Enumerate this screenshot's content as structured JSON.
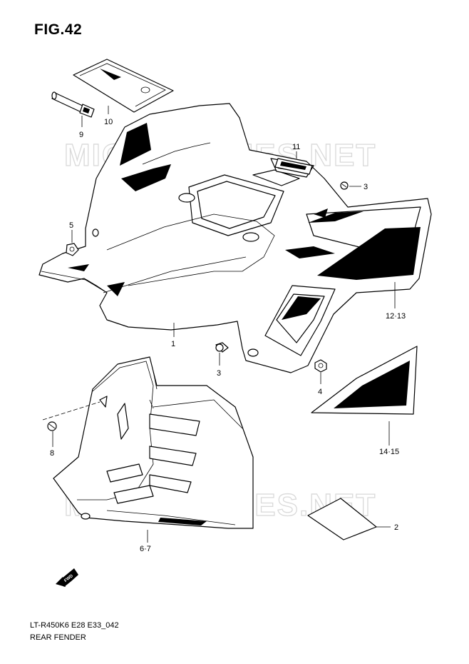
{
  "figure_title": "FIG.42",
  "watermarks": [
    "MICROFICHES.NET",
    "MICROFICHES.NET"
  ],
  "part_labels": {
    "p1": "1",
    "p2": "2",
    "p3a": "3",
    "p3b": "3",
    "p4": "4",
    "p5": "5",
    "p6_7": "6·7",
    "p8": "8",
    "p9": "9",
    "p10": "10",
    "p11": "11",
    "p12_13": "12·13",
    "p14_15": "14·15"
  },
  "fwd_marker": "FWD",
  "footer": {
    "code": "LT-R450K6 E28 E33_042",
    "description": "REAR FENDER"
  }
}
